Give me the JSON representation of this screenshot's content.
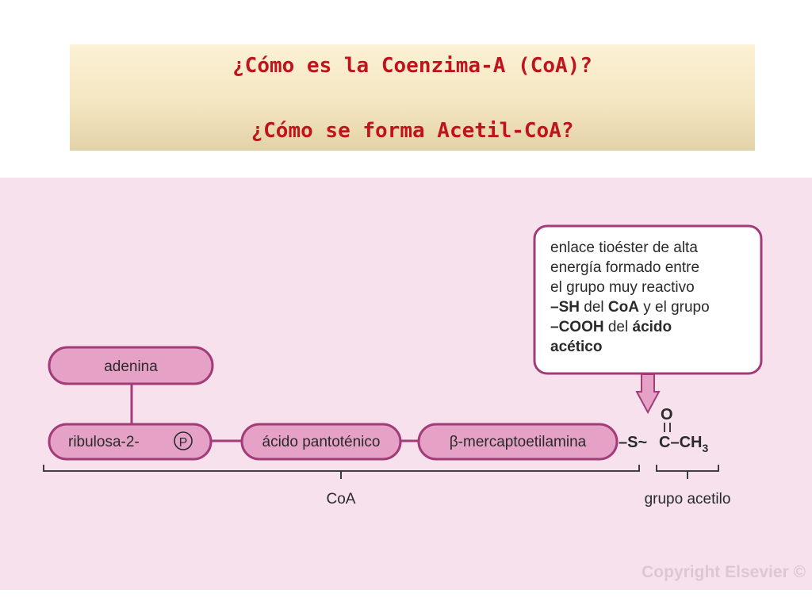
{
  "title": {
    "line1": "¿Cómo es la Coenzima-A (CoA)?",
    "line2": "¿Cómo se forma Acetil-CoA?"
  },
  "diagram": {
    "adenine_label": "adenina",
    "ribose_label": "ribulosa-2-",
    "phosphate_symbol": "P",
    "pantothenic_label": "ácido pantoténico",
    "mercapto_label": "β-mercaptoetilamina",
    "sulfur_link": "–S~",
    "carbonyl_oxygen": "O",
    "double_bond": "=",
    "acetyl_carbon": "C–CH",
    "subscript_3": "3",
    "coa_label": "CoA",
    "acetyl_group_label": "grupo acetilo",
    "note_lines": [
      "enlace tioéster de alta",
      "energía formado entre",
      "el grupo muy reactivo"
    ],
    "note_line4": {
      "bold1": "–SH",
      "normal1": " del ",
      "bold2": "CoA",
      "normal2": " y el grupo"
    },
    "note_line5": {
      "bold1": "–COOH",
      "normal1": " del ",
      "bold2": "ácido"
    },
    "note_line6": "acético",
    "copyright": "Copyright Elsevier ©"
  },
  "colors": {
    "title_red": "#c0141c",
    "pill_fill": "#e6a2c6",
    "pill_stroke": "#a23b78",
    "connector": "#a23b78",
    "background_pink": "#f6e1ec"
  }
}
